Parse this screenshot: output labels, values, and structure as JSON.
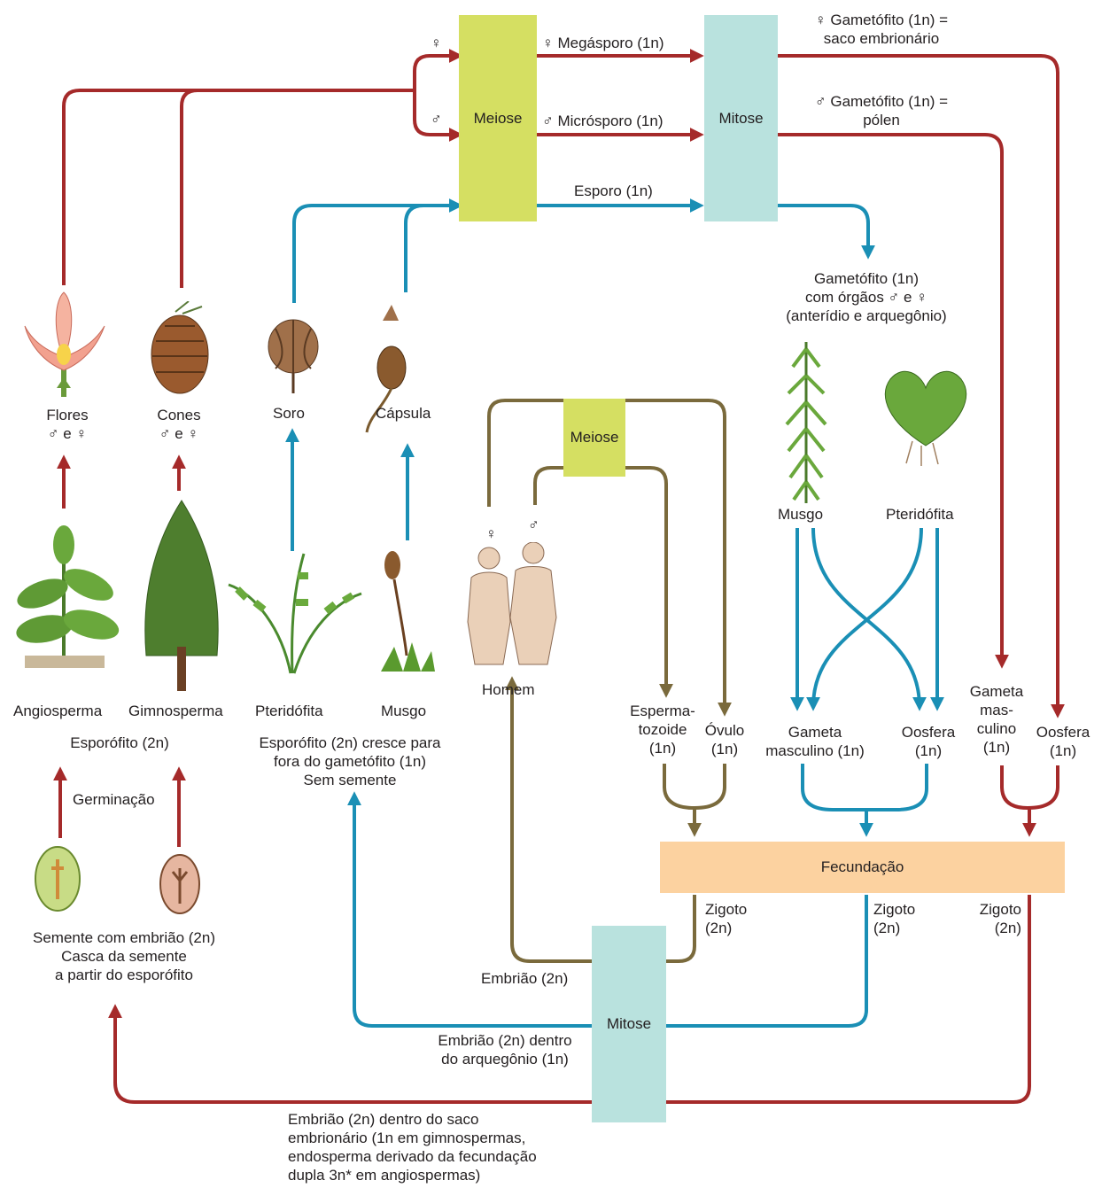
{
  "colors": {
    "red": "#a52a2a",
    "blue": "#1a8fb5",
    "olive": "#7a6a3c",
    "meiose": "#d5df62",
    "mitose": "#b9e2de",
    "fecundacao": "#fcd2a0"
  },
  "boxes": {
    "meiose_top": "Meiose",
    "mitose_top": "Mitose",
    "meiose_human": "Meiose",
    "fecundacao": "Fecundação",
    "mitose_bottom": "Mitose"
  },
  "top_flow": {
    "female_symbol": "♀",
    "male_symbol": "♂",
    "megasporo": "♀ Megásporo (1n)",
    "microsporo": "♂ Micrósporo (1n)",
    "esporo": "Esporo (1n)",
    "gametofito_f_1": "♀ Gametófito (1n) =",
    "gametofito_f_2": "saco embrionário",
    "gametofito_m_1": "♂ Gametófito (1n) =",
    "gametofito_m_2": "pólen"
  },
  "gametofito_note": {
    "l1": "Gametófito (1n)",
    "l2": "com órgãos ♂ e ♀",
    "l3": "(anterídio e arquegônio)"
  },
  "structures": {
    "flores_1": "Flores",
    "flores_2": "♂ e ♀",
    "cones_1": "Cones",
    "cones_2": "♂ e ♀",
    "soro": "Soro",
    "capsula": "Cápsula",
    "musgo_right": "Musgo",
    "pteridofita_right": "Pteridófita"
  },
  "plants": {
    "angiosperma": "Angiosperma",
    "gimnosperma": "Gimnosperma",
    "pteridofita": "Pteridófita",
    "musgo": "Musgo",
    "homem": "Homem",
    "esporofito": "Esporófito (2n)",
    "pter_note_1": "Esporófito (2n) cresce para",
    "pter_note_2": "fora do gametófito (1n)",
    "pter_note_3": "Sem semente",
    "germinacao": "Germinação",
    "semente_1": "Semente com embrião (2n)",
    "semente_2": "Casca da semente",
    "semente_3": "a partir do esporófito"
  },
  "human": {
    "female": "♀",
    "male": "♂",
    "esperma_1": "Esperma-",
    "esperma_2": "tozoide",
    "esperma_3": "(1n)",
    "ovulo_1": "Óvulo",
    "ovulo_2": "(1n)"
  },
  "gametes": {
    "gm_1": "Gameta",
    "gm_2": "masculino (1n)",
    "oosfera_1": "Oosfera",
    "oosfera_2": "(1n)",
    "gm2_1": "Gameta",
    "gm2_2": "mas-",
    "gm2_3": "culino",
    "gm2_4": "(1n)",
    "oosfera2_1": "Oosfera",
    "oosfera2_2": "(1n)"
  },
  "zigotos": {
    "z1_1": "Zigoto",
    "z1_2": "(2n)",
    "z2_1": "Zigoto",
    "z2_2": "(2n)",
    "z3_1": "Zigoto",
    "z3_2": "(2n)"
  },
  "embrioes": {
    "emb_olive": "Embrião (2n)",
    "emb_blue_1": "Embrião (2n) dentro",
    "emb_blue_2": "do arquegônio (1n)",
    "emb_red_1": "Embrião (2n)  dentro do saco",
    "emb_red_2": "embrionário (1n em gimnospermas,",
    "emb_red_3": "endosperma derivado da fecundação",
    "emb_red_4": "dupla 3n* em angiospermas)"
  }
}
